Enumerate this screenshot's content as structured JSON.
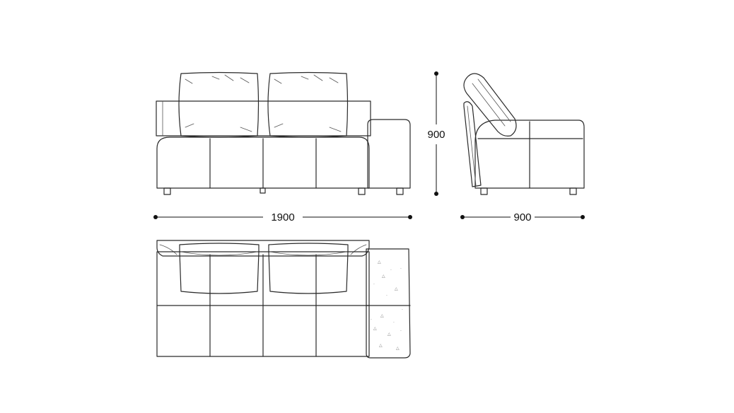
{
  "dimensions": {
    "width_front": "1900",
    "height_side": "900",
    "depth_side": "900"
  }
}
